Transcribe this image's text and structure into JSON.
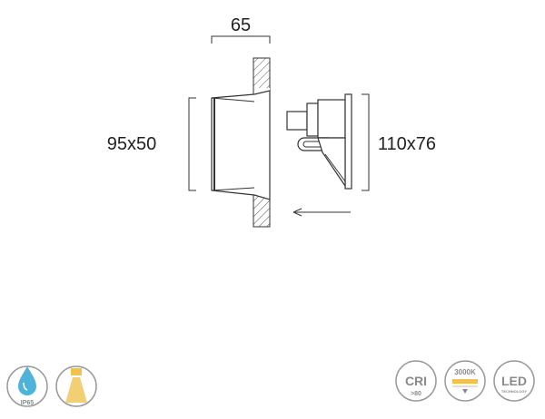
{
  "dimensions": {
    "depth": "65",
    "cutout": "95x50",
    "mount": "110x76"
  },
  "badges": {
    "ip_rating": "IP65",
    "cri_label": "CRI",
    "cri_value": ">80",
    "color_temp": "3000K",
    "led_label": "LED",
    "led_sub": "TECHNOLOGY"
  },
  "colors": {
    "line": "#333333",
    "hatch": "#555555",
    "ip_fill": "#4fb3d9",
    "lamp_fill": "#f0c350",
    "badge_border": "#9a9a9a",
    "badge_text": "#8a8a8a",
    "temp_bar": "#f0c350"
  },
  "icons": [
    "ip65-water-drop-icon",
    "beam-lamp-icon",
    "cri-badge-icon",
    "color-temperature-3000k-icon",
    "led-technology-icon"
  ]
}
